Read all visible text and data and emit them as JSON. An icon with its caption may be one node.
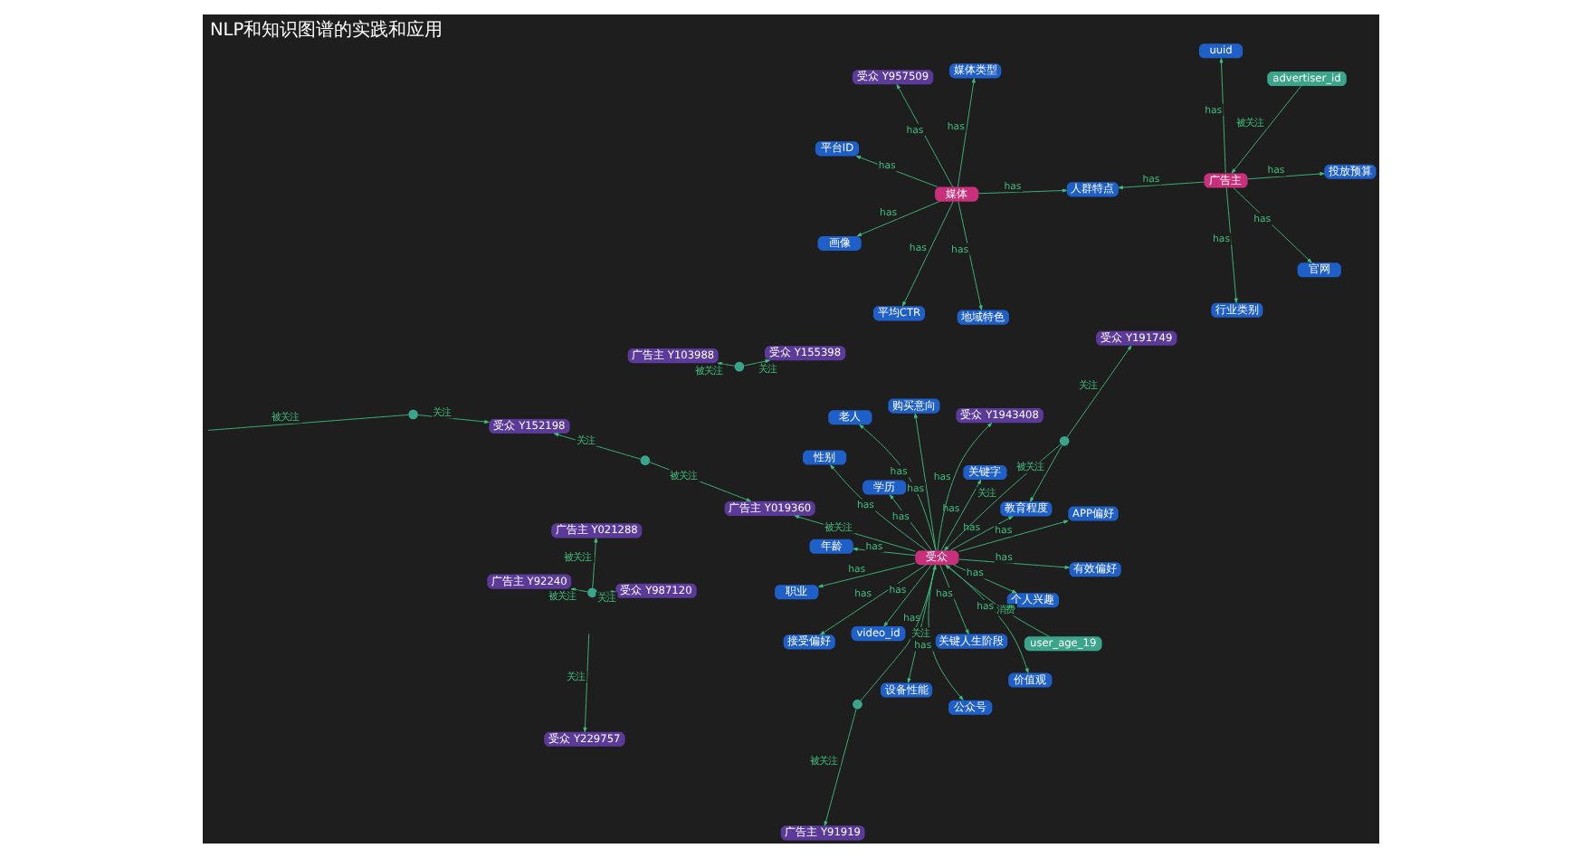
{
  "diagram": {
    "title": "NLP和知识图谱的实践和应用",
    "nodes": [
      {
        "text": [
          "媒体"
        ]
      },
      {
        "text": [
          "广告主"
        ]
      },
      {
        "text": [
          "受众"
        ]
      },
      {
        "text": [
          "地域特色"
        ]
      },
      {
        "text": [
          "平台ID"
        ]
      },
      {
        "text": [
          "媒体类型"
        ]
      },
      {
        "text": [
          "受众 Y957509"
        ]
      },
      {
        "text": [
          "画像"
        ]
      },
      {
        "text": [
          "人群特点"
        ]
      },
      {
        "text": [
          "平均CTR"
        ]
      },
      {
        "text": [
          "官网"
        ]
      },
      {
        "text": [
          "行业类别"
        ]
      },
      {
        "text": [
          "uuid"
        ]
      },
      {
        "text": [
          "投放预算"
        ]
      },
      {
        "text": [
          "个人兴趣"
        ]
      },
      {
        "text": [
          "设备性能"
        ]
      },
      {
        "text": [
          "老人"
        ]
      },
      {
        "text": [
          "关键字"
        ]
      },
      {
        "text": [
          "学历"
        ]
      },
      {
        "text": [
          "接受偏好"
        ]
      },
      {
        "text": [
          "user_age_19"
        ]
      },
      {
        "text": [
          "video_id"
        ]
      },
      {
        "text": [
          "advertiser_id"
        ]
      },
      {
        "text": [
          "公众号"
        ]
      },
      {
        "text": [
          "教育程度"
        ]
      },
      {
        "text": [
          "职业"
        ]
      },
      {
        "text": [
          "有效偏好"
        ]
      },
      {
        "text": [
          "APP偏好"
        ]
      },
      {
        "text": [
          "购买意向"
        ]
      },
      {
        "text": [
          "关键人生阶段"
        ]
      },
      {
        "text": [
          "价值观"
        ]
      },
      {
        "text": [
          "性别"
        ]
      },
      {
        "text": [
          "年龄"
        ]
      },
      {
        "text": [
          "广告主 Y103988"
        ]
      },
      {
        "text": [
          "受众 Y155398"
        ]
      },
      {
        "text": [
          "受众 Y152198"
        ]
      },
      {
        "text": [
          "广告主 Y91919"
        ]
      },
      {
        "text": [
          "广告主 Y019360"
        ]
      },
      {
        "text": [
          "受众 Y191749"
        ]
      },
      {
        "text": [
          "广告主 Y92240"
        ]
      },
      {
        "text": [
          "受众 Y1943408"
        ]
      },
      {
        "text": [
          "受众 Y987120"
        ]
      },
      {
        "text": [
          "受众 Y229757"
        ]
      },
      {
        "text": [
          "广告主 Y021288"
        ]
      },
      {
        "text": [],
        "shape": "circle"
      },
      {
        "text": [],
        "shape": "circle"
      },
      {
        "text": [],
        "shape": "circle"
      },
      {
        "text": [],
        "shape": "circle"
      },
      {
        "text": [],
        "shape": "circle"
      },
      {
        "text": [],
        "shape": "circle"
      }
    ],
    "edges": [
      {
        "from": 0,
        "to": 3,
        "arrow": "to",
        "label": "has"
      },
      {
        "from": 0,
        "to": 4,
        "arrow": "to",
        "label": "has"
      },
      {
        "from": 0,
        "to": 5,
        "arrow": "to",
        "label": "has"
      },
      {
        "from": 0,
        "to": 6,
        "arrow": "to",
        "label": "has"
      },
      {
        "from": 0,
        "to": 7,
        "arrow": "to",
        "label": "has"
      },
      {
        "from": 0,
        "to": 8,
        "arrow": "to",
        "label": "has"
      },
      {
        "from": 0,
        "to": 9,
        "arrow": "to",
        "label": "has"
      },
      {
        "from": 1,
        "to": 8,
        "arrow": "to",
        "label": "has"
      },
      {
        "from": 1,
        "to": 10,
        "arrow": "to",
        "label": "has"
      },
      {
        "from": 1,
        "to": 11,
        "arrow": "to",
        "label": "has"
      },
      {
        "from": 1,
        "to": 12,
        "arrow": "to",
        "label": "has"
      },
      {
        "from": 1,
        "to": 13,
        "arrow": "to",
        "label": "has"
      },
      {
        "from": 2,
        "to": 14,
        "arrow": "to",
        "label": "has"
      },
      {
        "from": 2,
        "to": 15,
        "arrow": "to",
        "label": "has"
      },
      {
        "from": 2,
        "to": 16,
        "arrow": "to",
        "label": "has"
      },
      {
        "from": 2,
        "to": 17,
        "arrow": "to",
        "label": "has"
      },
      {
        "from": 2,
        "to": 18,
        "arrow": "to",
        "label": "has"
      },
      {
        "from": 2,
        "to": 19,
        "arrow": "to",
        "label": "has"
      },
      {
        "from": 2,
        "to": 21,
        "arrow": "to",
        "label": "has"
      },
      {
        "from": 2,
        "to": 23,
        "arrow": "to",
        "label": "has"
      },
      {
        "from": 2,
        "to": 24,
        "arrow": "to",
        "label": "has"
      },
      {
        "from": 2,
        "to": 25,
        "arrow": "to",
        "label": "has"
      },
      {
        "from": 2,
        "to": 26,
        "arrow": "to",
        "label": "has"
      },
      {
        "from": 2,
        "to": 27,
        "arrow": "to",
        "label": "has"
      },
      {
        "from": 2,
        "to": 28,
        "arrow": "to",
        "label": "has"
      },
      {
        "from": 2,
        "to": 29,
        "arrow": "to",
        "label": "has"
      },
      {
        "from": 2,
        "to": 30,
        "arrow": "to",
        "label": "has"
      },
      {
        "from": 2,
        "to": 31,
        "arrow": "to",
        "label": "has"
      },
      {
        "from": 2,
        "to": 32,
        "arrow": "to",
        "label": "has"
      },
      {
        "from": 20,
        "to": 2,
        "arrow": "to",
        "label": "消费"
      },
      {
        "from": 22,
        "to": 1,
        "arrow": "to",
        "label": "被关注"
      },
      {
        "from": 44,
        "to": 33,
        "arrow": "to",
        "label": "被关注"
      },
      {
        "from": 44,
        "to": 34,
        "arrow": "to",
        "label": "关注"
      },
      {
        "from": 45,
        "to": 37,
        "arrow": "to",
        "label": "被关注"
      },
      {
        "from": 45,
        "to": 35,
        "arrow": "to",
        "label": "关注"
      },
      {
        "from": 46,
        "to": 36,
        "arrow": "to",
        "label": "被关注"
      },
      {
        "from": 46,
        "to": 2,
        "arrow": "to",
        "label": "关注"
      },
      {
        "from": 47,
        "to": 38,
        "arrow": "to",
        "label": "关注"
      },
      {
        "from": 47,
        "to": 24,
        "arrow": "to",
        "label": "被关注"
      },
      {
        "from": 47,
        "to": 2,
        "arrow": "to",
        "label": "关注"
      },
      {
        "from": 48,
        "to": 39,
        "arrow": "to",
        "label": "被关注"
      },
      {
        "from": 48,
        "to": 41,
        "arrow": "to",
        "label": "关注"
      },
      {
        "from": 48,
        "to": 43,
        "arrow": "to",
        "label": "被关注"
      },
      {
        "from": 49,
        "to": 35,
        "arrow": "to",
        "label": "关注"
      },
      {
        "from": 49,
        "to": null,
        "arrow": "none",
        "label": "被关注"
      },
      {
        "from": null,
        "to": 42,
        "arrow": "to",
        "label": "关注"
      },
      {
        "from": 2,
        "to": 37,
        "arrow": "to",
        "label": "被关注"
      },
      {
        "from": 2,
        "to": 40,
        "arrow": "to",
        "label": "has"
      }
    ]
  }
}
